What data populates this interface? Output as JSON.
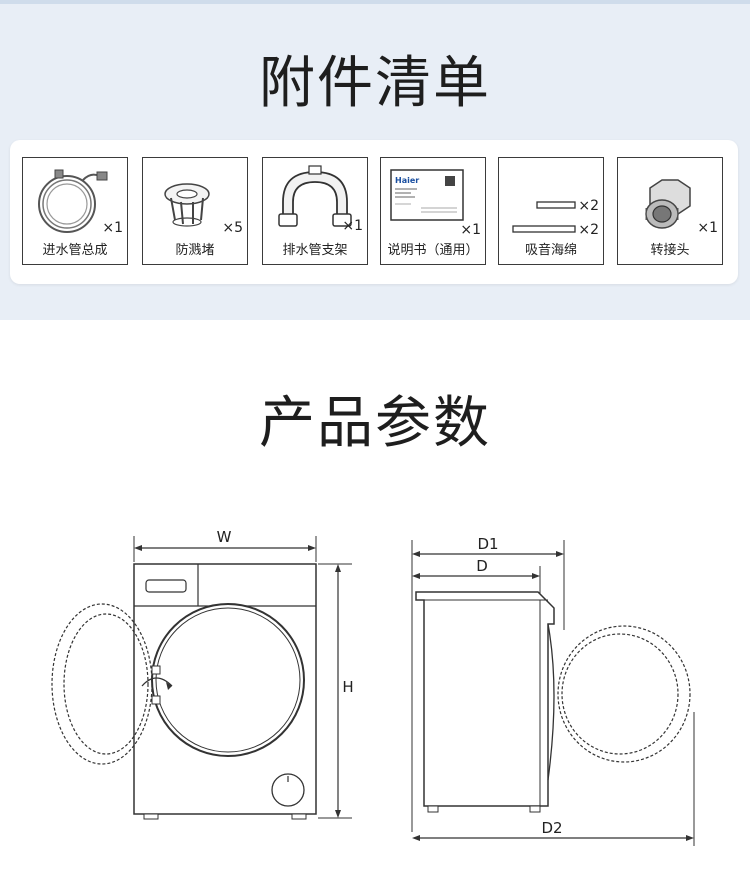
{
  "accessories": {
    "title": "附件清单",
    "items": [
      {
        "name": "进水管总成",
        "qty": "×1"
      },
      {
        "name": "防溅堵",
        "qty": "×5"
      },
      {
        "name": "排水管支架",
        "qty": "×1"
      },
      {
        "name": "说明书（通用）",
        "qty": "×1",
        "brand": "Haier"
      },
      {
        "name": "吸音海绵",
        "qty": "×2",
        "qty2": "×2"
      },
      {
        "name": "转接头",
        "qty": "×1"
      }
    ]
  },
  "specs": {
    "title": "产品参数",
    "labels": {
      "w": "W",
      "h": "H",
      "d1": "D1",
      "d": "D",
      "d2": "D2"
    }
  }
}
